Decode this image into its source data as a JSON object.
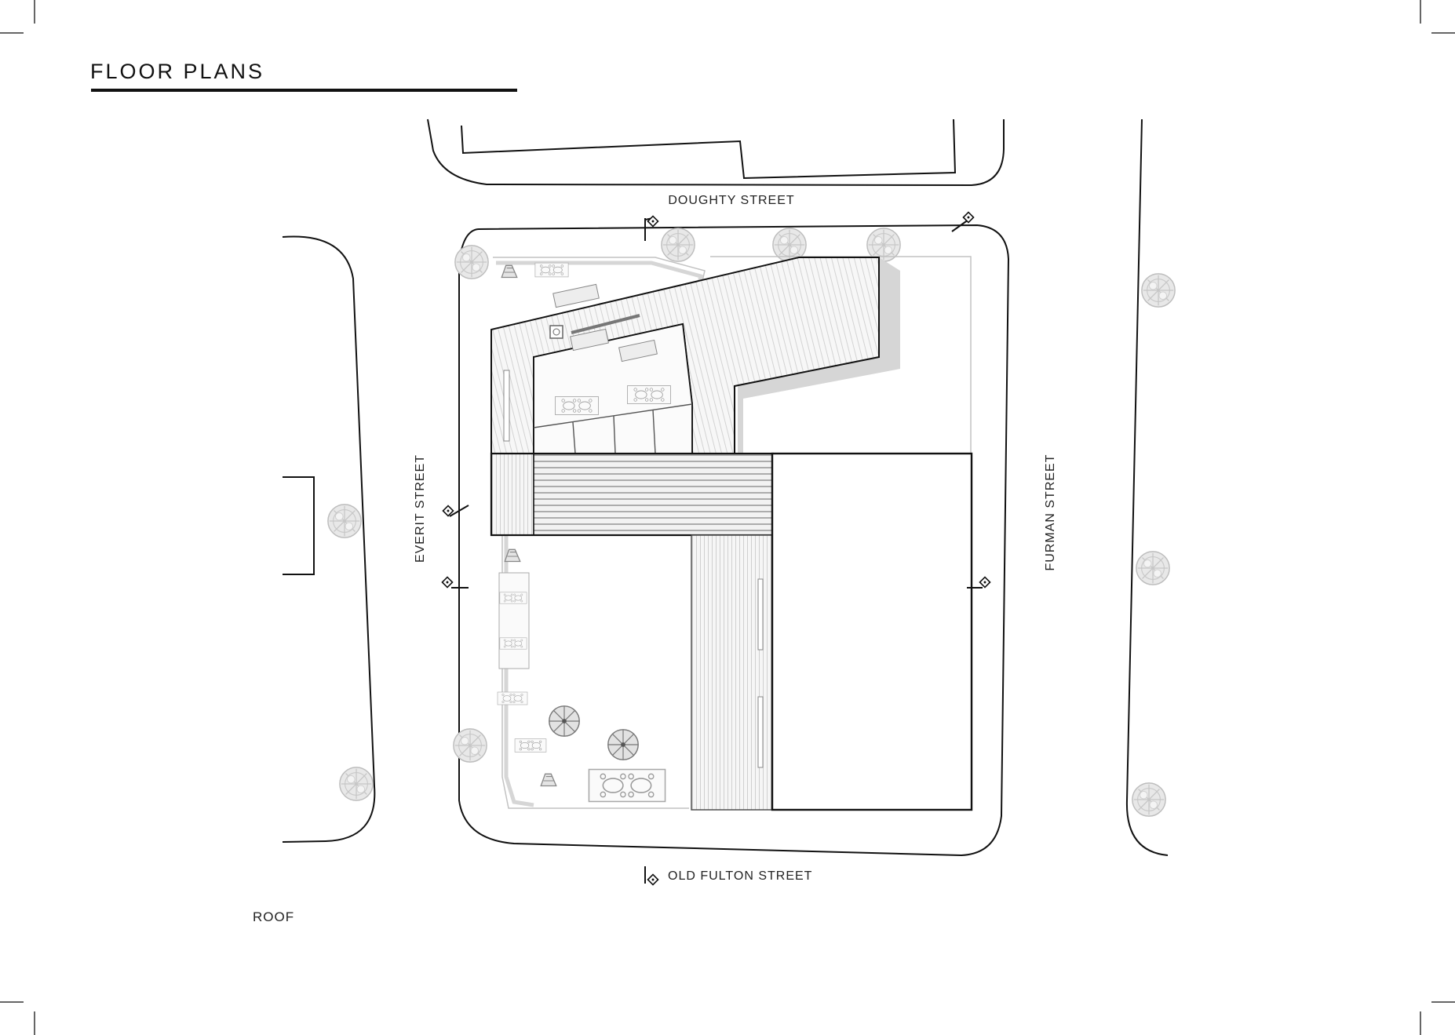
{
  "page": {
    "title": "FLOOR PLANS",
    "plan_label": "ROOF"
  },
  "streets": {
    "north": "DOUGHTY STREET",
    "south": "OLD FULTON STREET",
    "west": "EVERIT STREET",
    "east": "FURMAN STREET"
  },
  "colors": {
    "line": "#111111",
    "light_line": "#b5b5b5",
    "shadow": "#d4d4d4",
    "deck": "#f3f3f3"
  },
  "icons": [
    "tree-icon",
    "bench-icon",
    "cafe-table-icon",
    "entry-marker-icon",
    "crop-mark-icon"
  ]
}
